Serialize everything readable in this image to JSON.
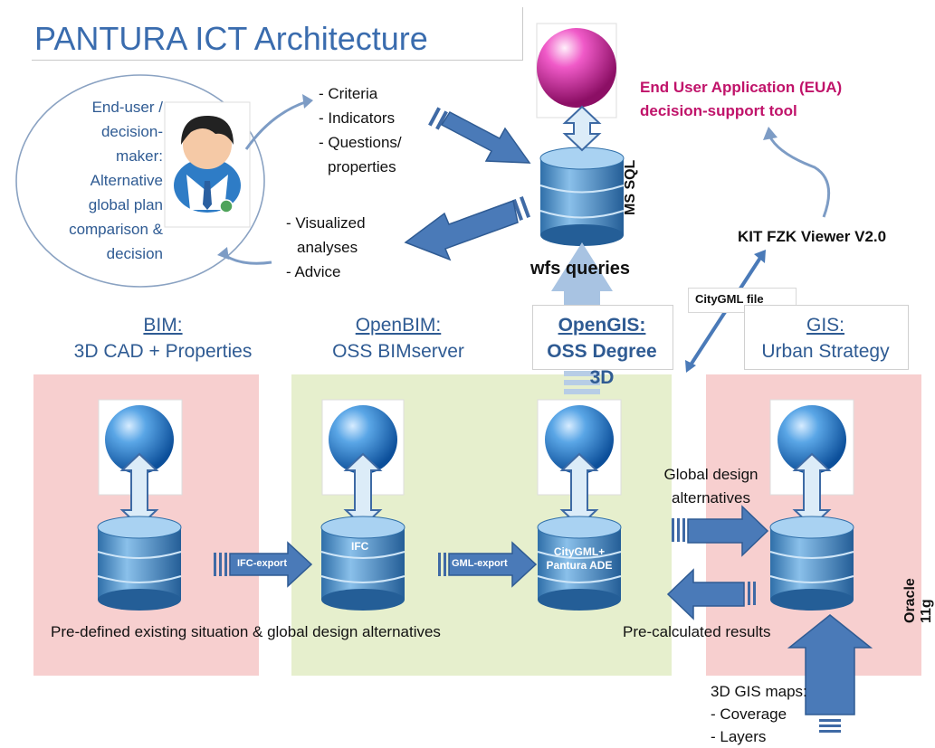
{
  "title": "PANTURA ICT Architecture",
  "enduser": {
    "lines": [
      "End-user /",
      "decision-",
      "maker:",
      "Alternative",
      "global plan",
      "comparison &",
      "decision"
    ]
  },
  "inputs": [
    "- Criteria",
    "- Indicators",
    "- Questions/",
    "properties"
  ],
  "outputs": [
    "- Visualized",
    "analyses",
    "- Advice"
  ],
  "eua": {
    "line1": "End User Application (EUA)",
    "line2": "decision-support tool",
    "color": "#c0136a"
  },
  "mssql": "MS SQL",
  "kit_viewer": "KIT FZK Viewer V2.0",
  "wfs": "wfs queries",
  "citygml_file": "CityGML file",
  "bim": {
    "title": "BIM:",
    "sub": "3D CAD + Properties"
  },
  "openbim": {
    "title": "OpenBIM:",
    "sub": "OSS BIMserver"
  },
  "opengis": {
    "title": "OpenGIS:",
    "sub": "OSS Degree 3D"
  },
  "gis": {
    "title": "GIS:",
    "sub": "Urban Strategy"
  },
  "arrows": {
    "ifc_export": "IFC-export",
    "gml_export": "GML-export"
  },
  "db_labels": {
    "ifc": "IFC",
    "citygml1": "CityGML+",
    "citygml2": "Pantura ADE"
  },
  "global_design": [
    "Global design",
    "alternatives"
  ],
  "precalc": "Pre-calculated results",
  "predefined": "Pre-defined existing situation & global design alternatives",
  "oracle": "Oracle 11g",
  "gis_maps": [
    "3D GIS maps:",
    "- Coverage",
    "- Layers"
  ],
  "colors": {
    "accent_blue": "#4a7ab8",
    "header_blue": "#2f5b93",
    "pink": "#f7cfcf",
    "green": "#e6efcd",
    "eua_magenta": "#c0136a"
  }
}
